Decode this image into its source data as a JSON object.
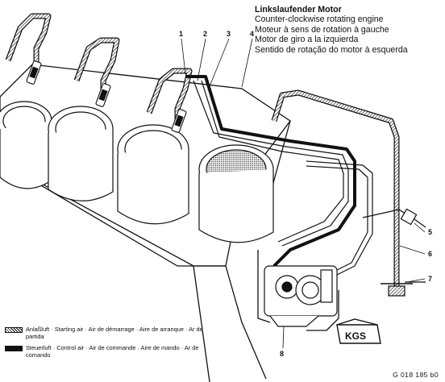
{
  "title_lines": [
    "Linkslaufender Motor",
    "Counter-clockwise rotating engine",
    "Moteur à sens de rotation à gauche",
    "Motor de giro a la izquierda",
    "Sentido de rotação do motor à esquerda"
  ],
  "legend": {
    "starting_air": "Anlaßluft · Starting air · Air de démarrage · Aire de arranque · Ar de partida",
    "control_air": "Steuerluft · Control air · Air de commande · Aire de mando · Ar de comando"
  },
  "callouts": [
    "1",
    "2",
    "3",
    "4",
    "5",
    "6",
    "7",
    "8"
  ],
  "logo_text": "KGS",
  "figure_id": "G 018 185 b0"
}
